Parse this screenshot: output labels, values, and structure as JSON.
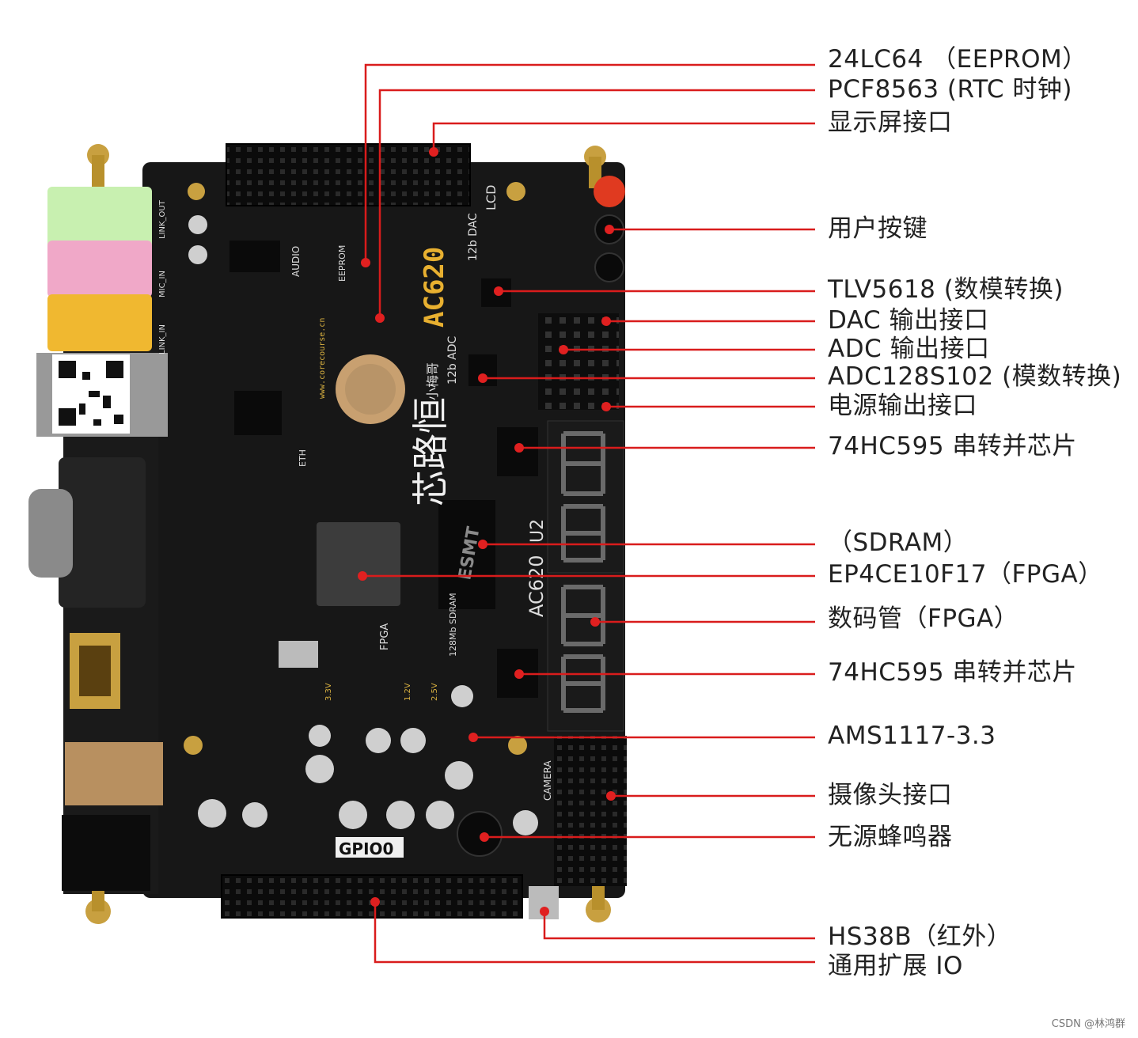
{
  "board": {
    "silkscreen": {
      "model": "AC620",
      "model_vertical": "AC620",
      "brand": "芯路恒",
      "brand_sub": "小梅哥",
      "lcd": "LCD",
      "dac": "12b DAC",
      "adc": "12b ADC",
      "gpio": "GPIO0",
      "fpga": "FPGA",
      "u2": "U2",
      "camera": "CAMERA",
      "audio": "AUDIO",
      "eeprom": "EEPROM",
      "sdram": "128Mb SDRAM",
      "website": "www.corecourse.cn",
      "esmt": "ESMT",
      "link_out": "LINK_OUT",
      "mic_in": "MIC_IN",
      "link_in": "LINK_IN",
      "v33": "3.3V",
      "v12": "1.2V",
      "v25": "2.5V",
      "eth": "ETH"
    },
    "colors": {
      "pcb": "#161616",
      "accent": "#e02020",
      "gold": "#c8a040",
      "green_jack": "#c8f0b0",
      "pink_jack": "#f0a8c8",
      "yellow_jack": "#f0b830"
    }
  },
  "callouts": [
    {
      "id": "eeprom",
      "label": "24LC64 （EEPROM）"
    },
    {
      "id": "rtc",
      "label": "PCF8563 (RTC 时钟)"
    },
    {
      "id": "lcd",
      "label": "显示屏接口"
    },
    {
      "id": "keys",
      "label": "用户按键"
    },
    {
      "id": "tlv",
      "label": "TLV5618 (数模转换)"
    },
    {
      "id": "dac",
      "label": "DAC 输出接口"
    },
    {
      "id": "adc",
      "label": "ADC 输出接口"
    },
    {
      "id": "adc128",
      "label": "ADC128S102 (模数转换)"
    },
    {
      "id": "power",
      "label": "电源输出接口"
    },
    {
      "id": "hc595a",
      "label": "74HC595 串转并芯片"
    },
    {
      "id": "sdram",
      "label": "（SDRAM）"
    },
    {
      "id": "fpga",
      "label": "EP4CE10F17（FPGA）"
    },
    {
      "id": "seg",
      "label": "数码管（FPGA）"
    },
    {
      "id": "hc595b",
      "label": "74HC595 串转并芯片"
    },
    {
      "id": "ams",
      "label": "AMS1117-3.3"
    },
    {
      "id": "camera",
      "label": "摄像头接口"
    },
    {
      "id": "buzzer",
      "label": "无源蜂鸣器"
    },
    {
      "id": "ir",
      "label": "HS38B（红外）"
    },
    {
      "id": "gpio",
      "label": "通用扩展 IO"
    }
  ],
  "watermark": "CSDN @林鸿群"
}
